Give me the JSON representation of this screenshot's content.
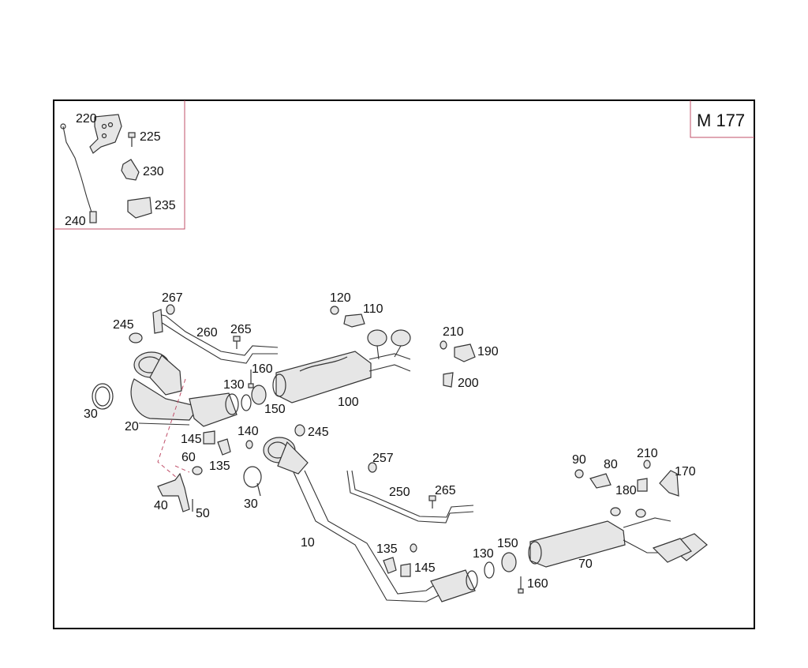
{
  "group_code": "M 177",
  "colors": {
    "frame": "#000000",
    "accent_line": "#c0506a",
    "part_stroke": "#333333",
    "part_fill": "#e6e6e6"
  },
  "parts": {
    "p10": "10",
    "p20": "20",
    "p30a": "30",
    "p30b": "30",
    "p40": "40",
    "p50": "50",
    "p60": "60",
    "p70": "70",
    "p80": "80",
    "p90": "90",
    "p100": "100",
    "p110": "110",
    "p120": "120",
    "p130a": "130",
    "p130b": "130",
    "p135a": "135",
    "p135b": "135",
    "p140": "140",
    "p145a": "145",
    "p145b": "145",
    "p150a": "150",
    "p150b": "150",
    "p160a": "160",
    "p160b": "160",
    "p170": "170",
    "p180": "180",
    "p190": "190",
    "p200": "200",
    "p210a": "210",
    "p210b": "210",
    "p220": "220",
    "p225": "225",
    "p230": "230",
    "p235": "235",
    "p240": "240",
    "p245a": "245",
    "p245b": "245",
    "p250": "250",
    "p257": "257",
    "p260": "260",
    "p265a": "265",
    "p265b": "265",
    "p267": "267"
  }
}
